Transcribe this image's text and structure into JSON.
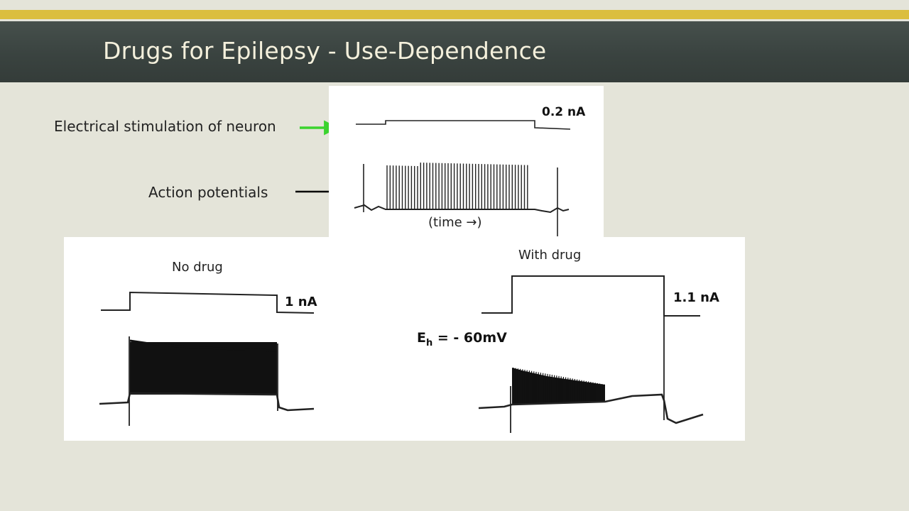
{
  "slide": {
    "title": "Drugs for Epilepsy - Use-Dependence",
    "accent_colors": {
      "gold": "#dbbe3e",
      "band": "#3d4643",
      "green_arrow": "#3bd32e"
    }
  },
  "labels": {
    "stimulation": "Electrical stimulation of neuron",
    "action_potentials": "Action potentials"
  },
  "top_figure": {
    "current_label": "0.2 nA",
    "time_label": "(time →)"
  },
  "bottom_figure": {
    "no_drug": {
      "caption": "No drug",
      "current_label": "1 nA"
    },
    "with_drug": {
      "caption": "With drug",
      "current_label": "1.1 nA"
    },
    "holding_potential": {
      "symbol": "E",
      "subscript": "h",
      "value": " = - 60mV"
    }
  }
}
